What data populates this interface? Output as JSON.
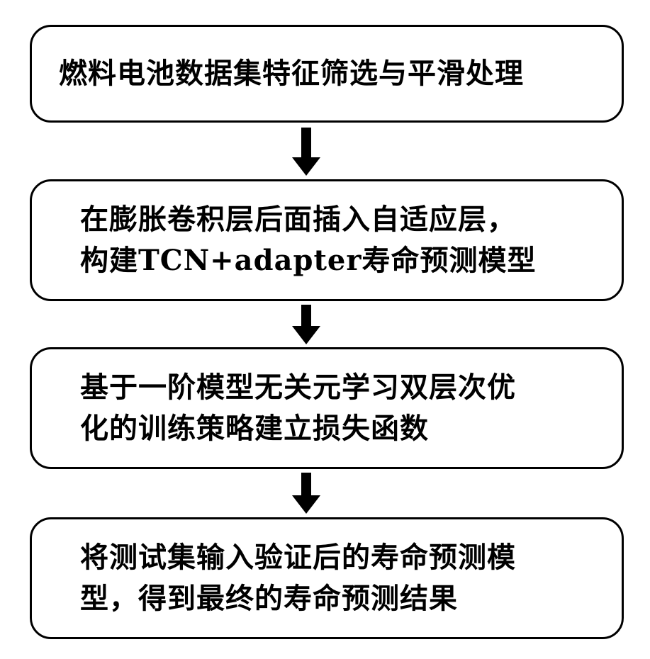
{
  "steps": [
    {
      "lines": [
        "燃料电池数据集特征筛选与平滑处理"
      ]
    },
    {
      "lines": [
        "在膨胀卷积层后面插入自适应层，",
        "构建TCN+adapter寿命预测模型"
      ]
    },
    {
      "lines": [
        "基于一阶模型无关元学习双层次优",
        "化的训练策略建立损失函数"
      ]
    },
    {
      "lines": [
        "将测试集输入验证后的寿命预测模",
        "型，得到最终的寿命预测结果"
      ]
    }
  ]
}
